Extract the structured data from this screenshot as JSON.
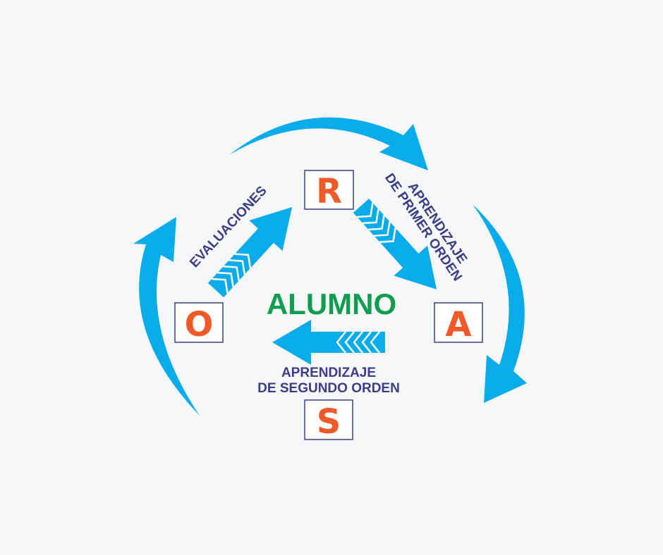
{
  "diagram": {
    "center_label": "ALUMNO",
    "nodes": [
      {
        "id": "R",
        "letter": "R"
      },
      {
        "id": "A",
        "letter": "A"
      },
      {
        "id": "S",
        "letter": "S"
      },
      {
        "id": "O",
        "letter": "O"
      }
    ],
    "labels": {
      "evaluaciones": "EVALUACIONES",
      "primer_orden_line1": "APRENDIZAJE",
      "primer_orden_line2": "DE PRIMER ORDEN",
      "segundo_orden_line1": "APRENDIZAJE",
      "segundo_orden_line2": "DE SEGUNDO ORDEN"
    },
    "colors": {
      "arrow": "#0aabea",
      "letter": "#f05a28",
      "label": "#3b3d86",
      "center": "#109d4f"
    }
  }
}
